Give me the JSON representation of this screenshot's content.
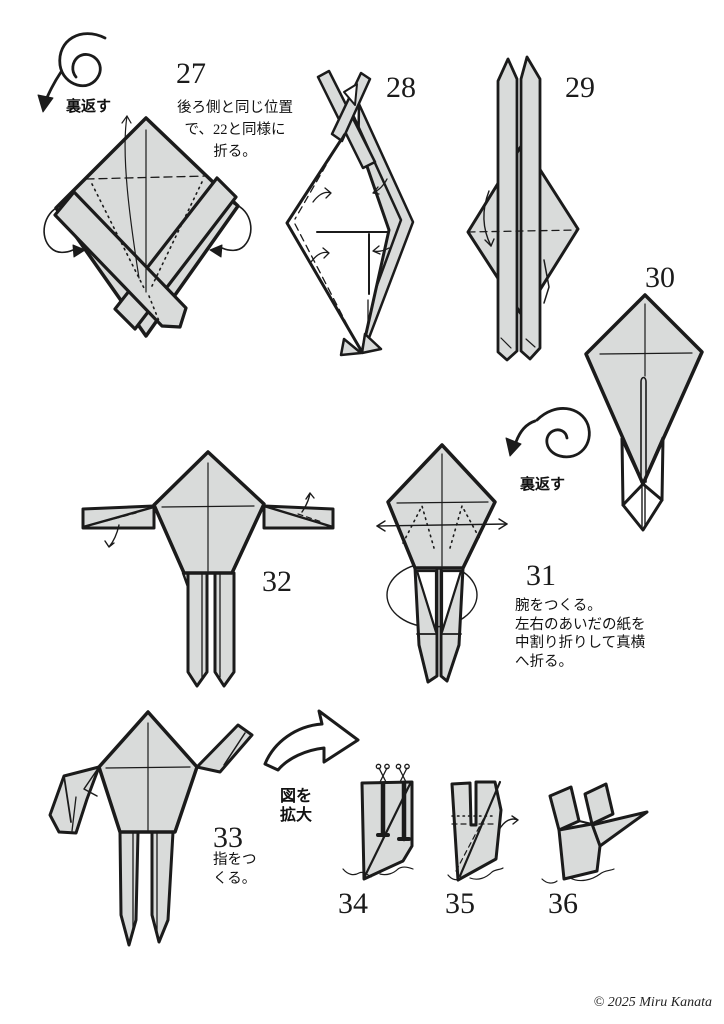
{
  "page": {
    "copyright": "© 2025 Miru Kanata"
  },
  "annotations": {
    "flip_top": "裏返す",
    "flip_middle": "裏返す",
    "enlarge": {
      "line1": "図を",
      "line2": "拡大"
    }
  },
  "steps": {
    "s27": {
      "number": "27",
      "lines": [
        "後ろ側と同じ位置",
        "で、22と同様に",
        "折る。"
      ]
    },
    "s28": {
      "number": "28"
    },
    "s29": {
      "number": "29"
    },
    "s30": {
      "number": "30"
    },
    "s31": {
      "number": "31",
      "lines": [
        "腕をつくる。",
        "左右のあいだの紙を",
        "中割り折りして真横",
        "へ折る。"
      ]
    },
    "s32": {
      "number": "32"
    },
    "s33": {
      "number": "33",
      "lines": [
        "指をつ",
        "くる。"
      ]
    },
    "s34": {
      "number": "34"
    },
    "s35": {
      "number": "35"
    },
    "s36": {
      "number": "36"
    }
  },
  "colors": {
    "paper": "#d9dbda",
    "line": "#1b1b1b",
    "background": "#ffffff"
  }
}
